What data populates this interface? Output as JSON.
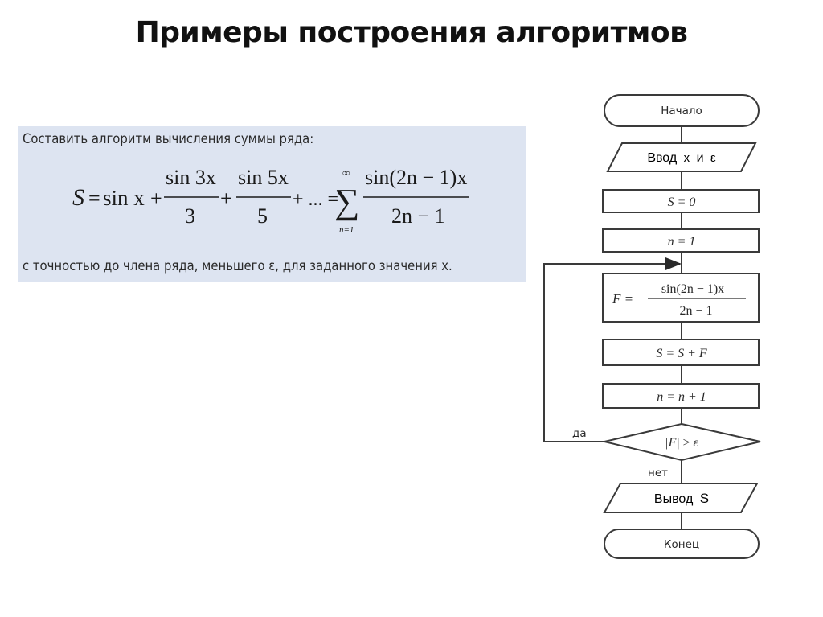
{
  "slide": {
    "title": "Примеры построения алгоритмов"
  },
  "task": {
    "intro": "Составить алгоритм вычисления суммы ряда:",
    "formula": {
      "lhs": "S",
      "eq": "=",
      "term1": "sin x",
      "plus": "+",
      "term2_num": "sin 3x",
      "term2_den": "3",
      "term3_num": "sin 5x",
      "term3_den": "5",
      "ellipsis": "+ ... =",
      "sum_symbol": "∑",
      "sum_upper": "∞",
      "sum_lower": "n=1",
      "general_num": "sin(2n − 1)x",
      "general_den": "2n − 1"
    },
    "outro": "с точностью до члена ряда, меньшего ε, для заданного значения x."
  },
  "flowchart": {
    "start": "Начало",
    "input": {
      "word": "Ввод",
      "var1": "x",
      "conj": "и",
      "var2": "ε"
    },
    "init_s": "S = 0",
    "init_n": "n = 1",
    "compute_f": {
      "lhs": "F =",
      "num": "sin(2n − 1)x",
      "den": "2n − 1"
    },
    "accumulate": "S = S + F",
    "increment": "n = n + 1",
    "condition": "|F| ≥ ε",
    "yes_label": "да",
    "no_label": "нет",
    "output": {
      "word": "Вывод",
      "var": "S"
    },
    "end": "Конец"
  },
  "colors": {
    "panel_bg": "#dde4f1",
    "stroke": "#3a3a3a",
    "text": "#1a1a1a"
  }
}
